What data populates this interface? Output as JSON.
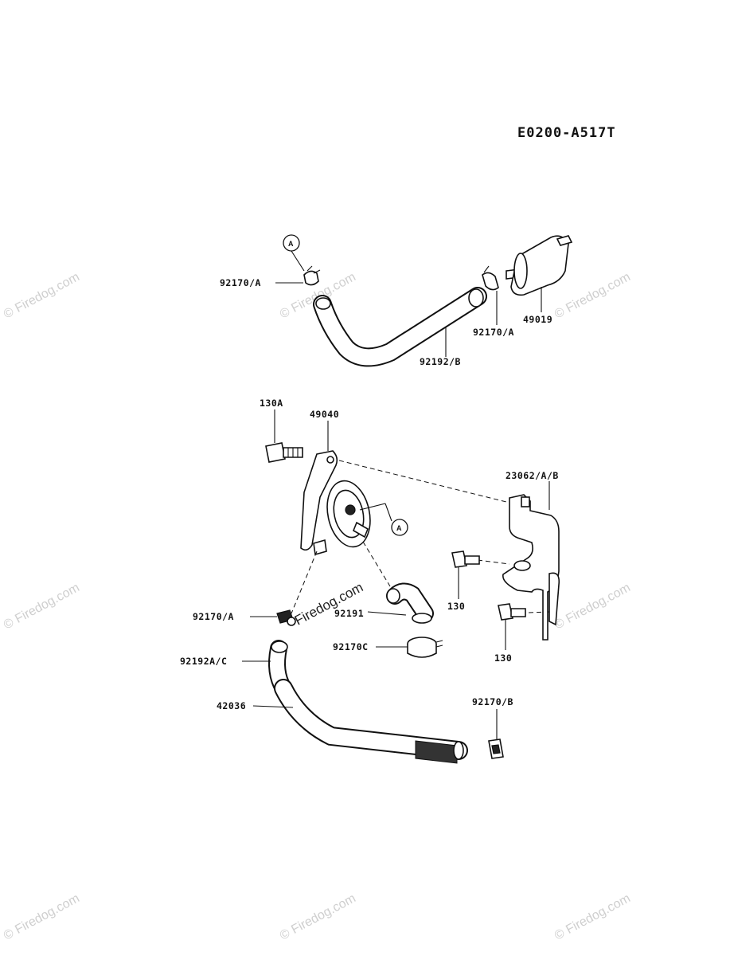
{
  "diagram_code": "E0200-A517T",
  "callouts": {
    "ref_a": "A"
  },
  "labels": {
    "p92170_a_top_left": "92170/A",
    "p92170_a_top_right": "92170/A",
    "p49019": "49019",
    "p92192_b": "92192/B",
    "p130a": "130A",
    "p49040": "49040",
    "p23062": "23062/A/B",
    "p130_upper": "130",
    "p130_lower": "130",
    "p92170_a_mid": "92170/A",
    "p92191": "92191",
    "p92170c": "92170C",
    "p92192a_c": "92192A/C",
    "p42036": "42036",
    "p92170_b": "92170/B"
  },
  "watermark": {
    "text": "© Firedog.com",
    "center_text": "Firedog.com"
  }
}
